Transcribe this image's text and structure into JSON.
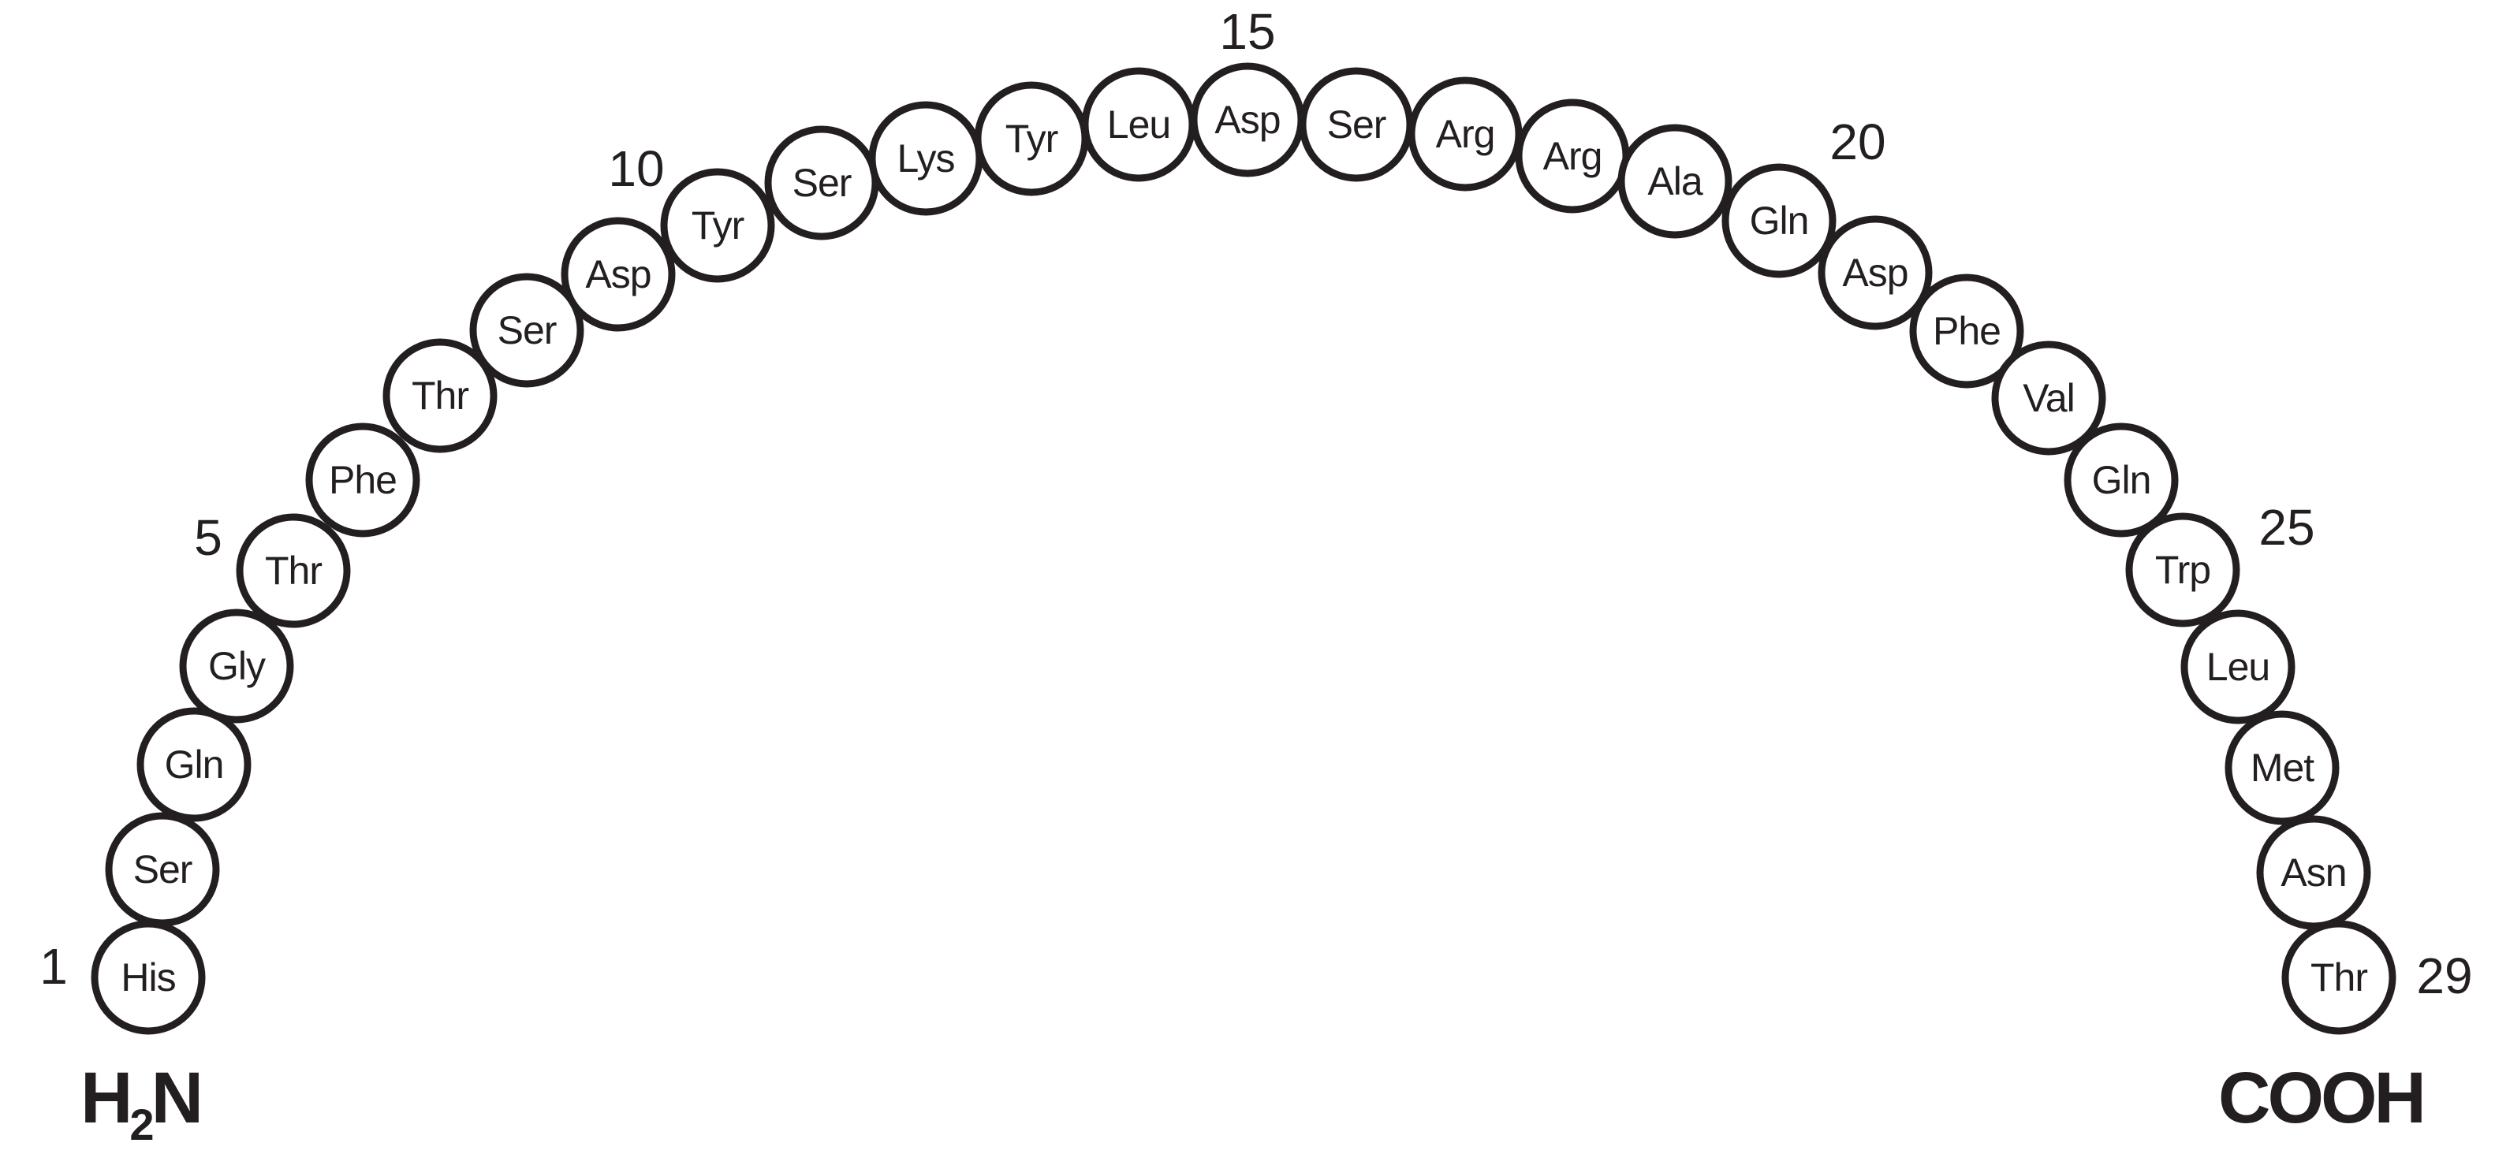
{
  "peptide": {
    "residues": [
      "His",
      "Ser",
      "Gln",
      "Gly",
      "Thr",
      "Phe",
      "Thr",
      "Ser",
      "Asp",
      "Tyr",
      "Ser",
      "Lys",
      "Tyr",
      "Leu",
      "Asp",
      "Ser",
      "Arg",
      "Arg",
      "Ala",
      "Gln",
      "Asp",
      "Phe",
      "Val",
      "Gln",
      "Trp",
      "Leu",
      "Met",
      "Asn",
      "Thr"
    ],
    "position_markers": [
      {
        "position": 1,
        "label": "1"
      },
      {
        "position": 5,
        "label": "5"
      },
      {
        "position": 10,
        "label": "10"
      },
      {
        "position": 15,
        "label": "15"
      },
      {
        "position": 20,
        "label": "20"
      },
      {
        "position": 25,
        "label": "25"
      },
      {
        "position": 29,
        "label": "29"
      }
    ],
    "n_terminus": {
      "main": "H",
      "subscript": "2",
      "suffix": "N"
    },
    "c_terminus": {
      "label": "COOH"
    }
  },
  "colors": {
    "stroke": "#231f20",
    "fill": "#ffffff",
    "text": "#231f20"
  }
}
